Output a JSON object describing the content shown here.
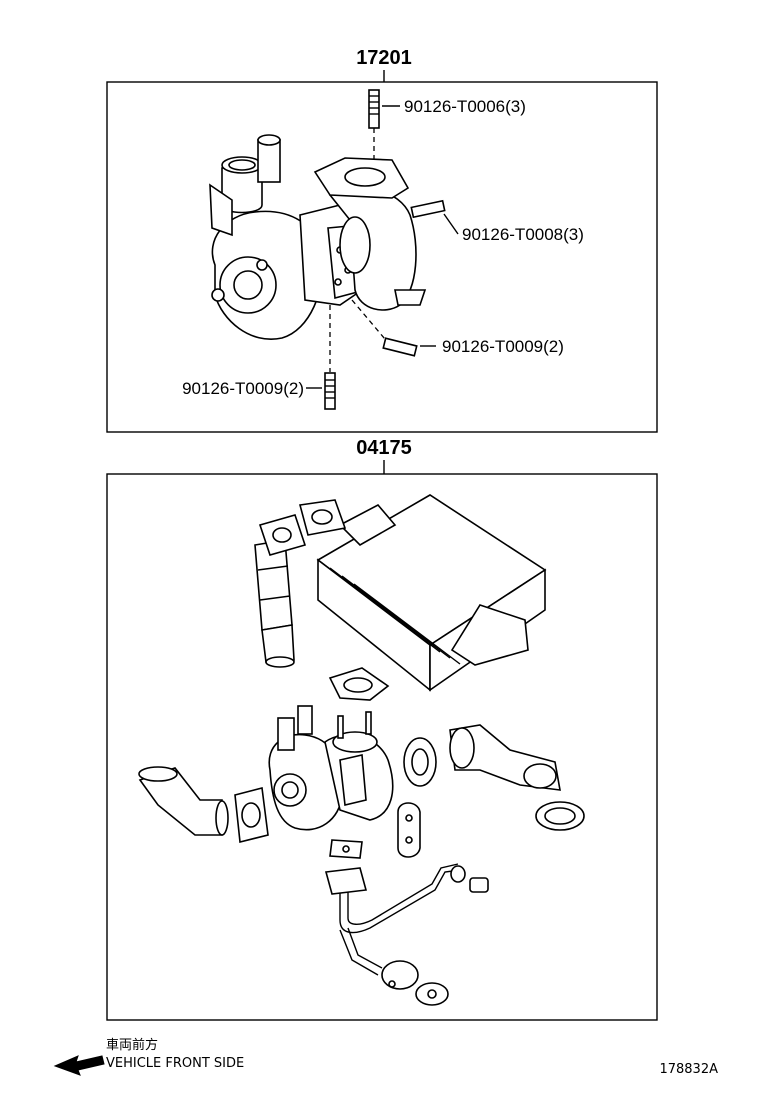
{
  "groups": {
    "turbo_part_number": "17201",
    "gasket_kit_part_number": "04175"
  },
  "callouts": [
    {
      "label": "90126-T0006(3)"
    },
    {
      "label": "90126-T0008(3)"
    },
    {
      "label": "90126-T0009(2)"
    },
    {
      "label": "90126-T0009(2)"
    }
  ],
  "legend": {
    "japanese": "車両前方",
    "english": "VEHICLE FRONT SIDE",
    "arrow_icon": "left-arrow-icon"
  },
  "drawing_number": "178832A"
}
